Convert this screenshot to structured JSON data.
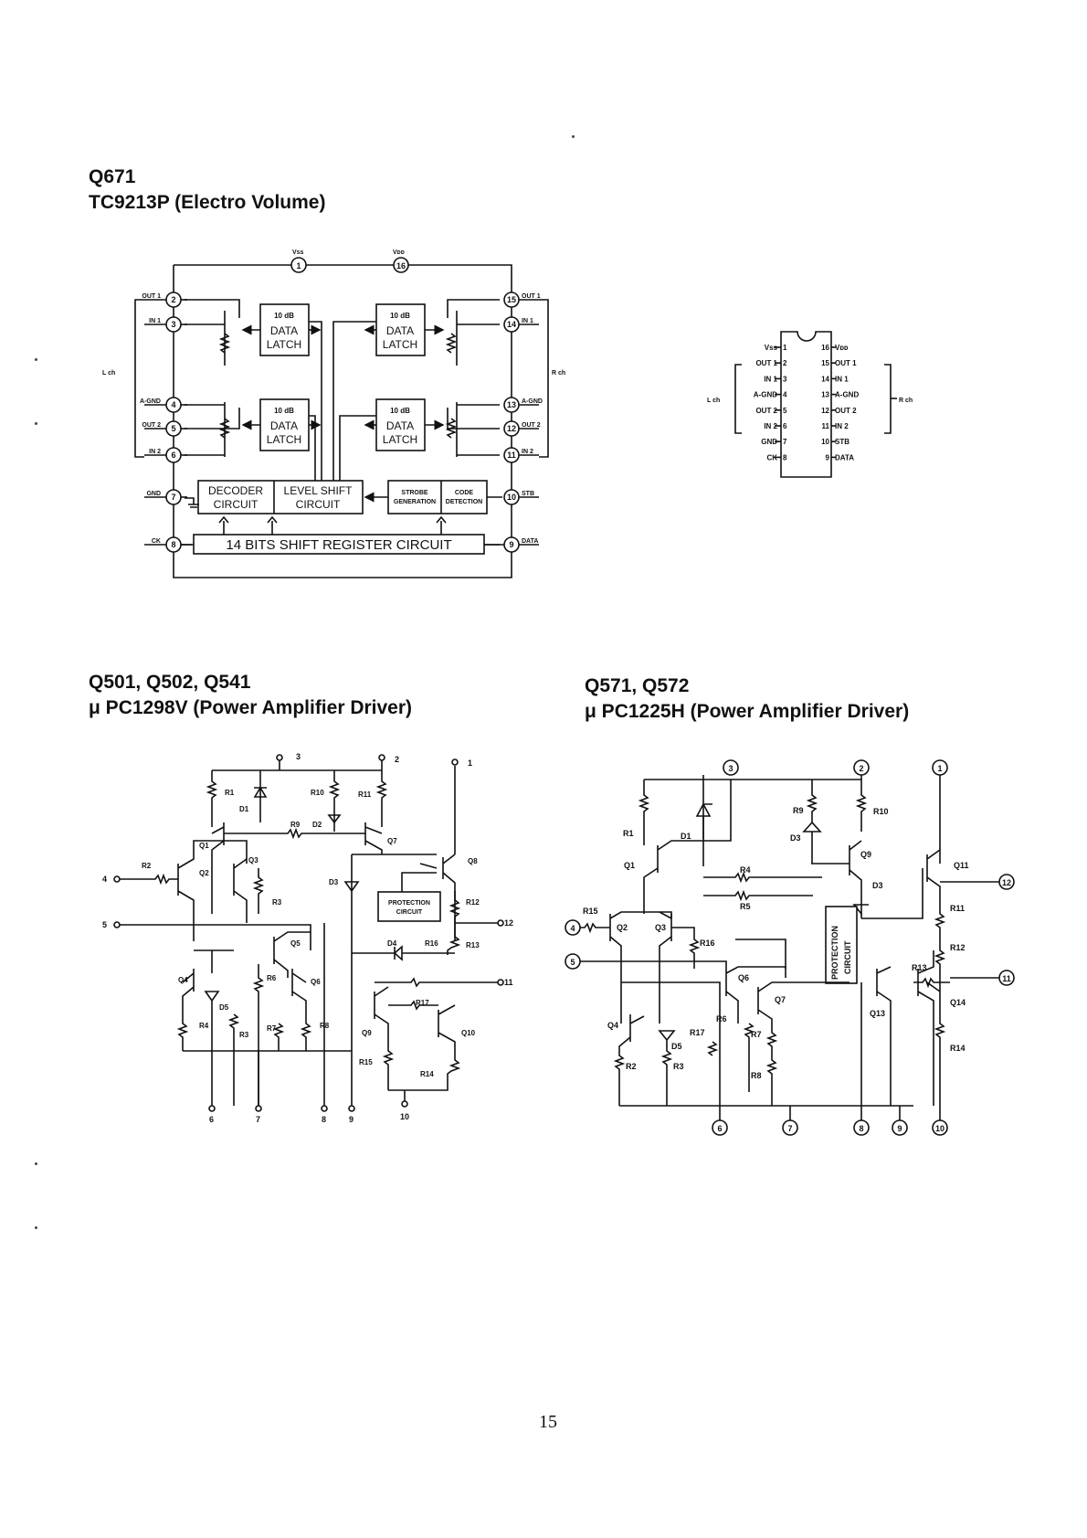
{
  "sections": {
    "top": {
      "ref": "Q671",
      "part": "TC9213P (Electro Volume)"
    },
    "left": {
      "ref": "Q501, Q502, Q541",
      "part": "μ PC1298V (Power Amplifier Driver)"
    },
    "right": {
      "ref": "Q571, Q572",
      "part": "μ PC1225H (Power Amplifier Driver)"
    }
  },
  "tc9213": {
    "vss": "Vss",
    "vdd": "Vᴅᴅ",
    "left_pins": [
      {
        "n": "2",
        "label": "OUT 1"
      },
      {
        "n": "3",
        "label": "IN 1"
      },
      {
        "n": "4",
        "label": "A-GND"
      },
      {
        "n": "5",
        "label": "OUT 2"
      },
      {
        "n": "6",
        "label": "IN 2"
      },
      {
        "n": "7",
        "label": "GND"
      },
      {
        "n": "8",
        "label": "CK"
      }
    ],
    "right_pins": [
      {
        "n": "15",
        "label": "OUT 1"
      },
      {
        "n": "14",
        "label": "IN 1"
      },
      {
        "n": "13",
        "label": "A-GND"
      },
      {
        "n": "12",
        "label": "OUT 2"
      },
      {
        "n": "11",
        "label": "IN 2"
      },
      {
        "n": "10",
        "label": "STB"
      },
      {
        "n": "9",
        "label": "DATA"
      }
    ],
    "lch": "L ch",
    "rch": "R ch",
    "latch_top": "10 dB",
    "latch_mid": "DATA",
    "latch_bot": "LATCH",
    "decoder": [
      "DECODER",
      "CIRCUIT"
    ],
    "level_shift": [
      "LEVEL SHIFT",
      "CIRCUIT"
    ],
    "strobe": [
      "STROBE",
      "GENERATION"
    ],
    "code": [
      "CODE",
      "DETECTION"
    ],
    "shift_register": "14 BITS SHIFT REGISTER CIRCUIT"
  },
  "pinout": {
    "left": [
      {
        "n": "1",
        "label": "Vss"
      },
      {
        "n": "2",
        "label": "OUT 1"
      },
      {
        "n": "3",
        "label": "IN 1"
      },
      {
        "n": "4",
        "label": "A-GND"
      },
      {
        "n": "5",
        "label": "OUT 2"
      },
      {
        "n": "6",
        "label": "IN 2"
      },
      {
        "n": "7",
        "label": "GND"
      },
      {
        "n": "8",
        "label": "CK"
      }
    ],
    "right": [
      {
        "n": "16",
        "label": "Vᴅᴅ"
      },
      {
        "n": "15",
        "label": "OUT 1"
      },
      {
        "n": "14",
        "label": "IN 1"
      },
      {
        "n": "13",
        "label": "A-GND"
      },
      {
        "n": "12",
        "label": "OUT 2"
      },
      {
        "n": "11",
        "label": "IN 2"
      },
      {
        "n": "10",
        "label": "STB"
      },
      {
        "n": "9",
        "label": "DATA"
      }
    ],
    "lch": "L ch",
    "rch": "R ch"
  },
  "upc1298": {
    "pins": [
      "1",
      "2",
      "3",
      "4",
      "5",
      "6",
      "7",
      "8",
      "9",
      "10",
      "11",
      "12"
    ],
    "transistors": [
      "Q1",
      "Q2",
      "Q3",
      "Q4",
      "Q5",
      "Q6",
      "Q7",
      "Q8",
      "Q9",
      "Q10"
    ],
    "resistors": [
      "R1",
      "R2",
      "R3",
      "R4",
      "R3",
      "R6",
      "R7",
      "R8",
      "R9",
      "R10",
      "R11",
      "R12",
      "R13",
      "R14",
      "R15",
      "R16",
      "R17"
    ],
    "diodes": [
      "D1",
      "D2",
      "D3",
      "D4",
      "D5"
    ],
    "protection": [
      "PROTECTION",
      "CIRCUIT"
    ]
  },
  "upc1225": {
    "pins": [
      "1",
      "2",
      "3",
      "4",
      "5",
      "6",
      "7",
      "8",
      "9",
      "10",
      "11",
      "12"
    ],
    "transistors": [
      "Q1",
      "Q2",
      "Q3",
      "Q4",
      "Q6",
      "Q7",
      "Q9",
      "Q11",
      "Q13",
      "Q14"
    ],
    "resistors": [
      "R1",
      "R2",
      "R3",
      "R4",
      "R5",
      "R6",
      "R7",
      "R8",
      "R9",
      "R10",
      "R11",
      "R12",
      "R13",
      "R14",
      "R15",
      "R16",
      "R17"
    ],
    "diodes": [
      "D1",
      "D3",
      "D3",
      "D5"
    ],
    "protection": [
      "PROTECTION",
      "CIRCUIT"
    ]
  },
  "page_number": "15"
}
